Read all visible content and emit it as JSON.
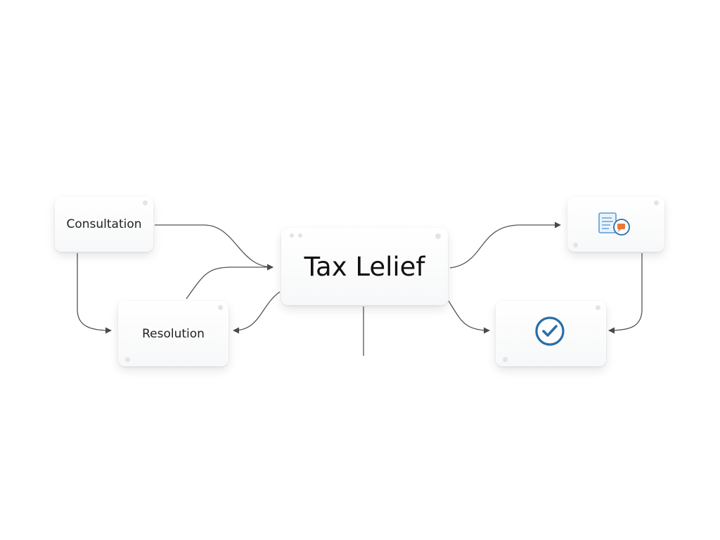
{
  "diagram": {
    "center": {
      "label": "Tax Lelief"
    },
    "nodes": {
      "consultation": {
        "label": "Consultation"
      },
      "resolution": {
        "label": "Resolution"
      },
      "document": {
        "icon": "document-chat-icon"
      },
      "complete": {
        "icon": "checkmark-circle-icon"
      }
    },
    "colors": {
      "connector": "#4a4a4a",
      "check_blue": "#2a6fa8",
      "doc_blue": "#5b9bd5",
      "chat_orange": "#e8793a"
    }
  }
}
